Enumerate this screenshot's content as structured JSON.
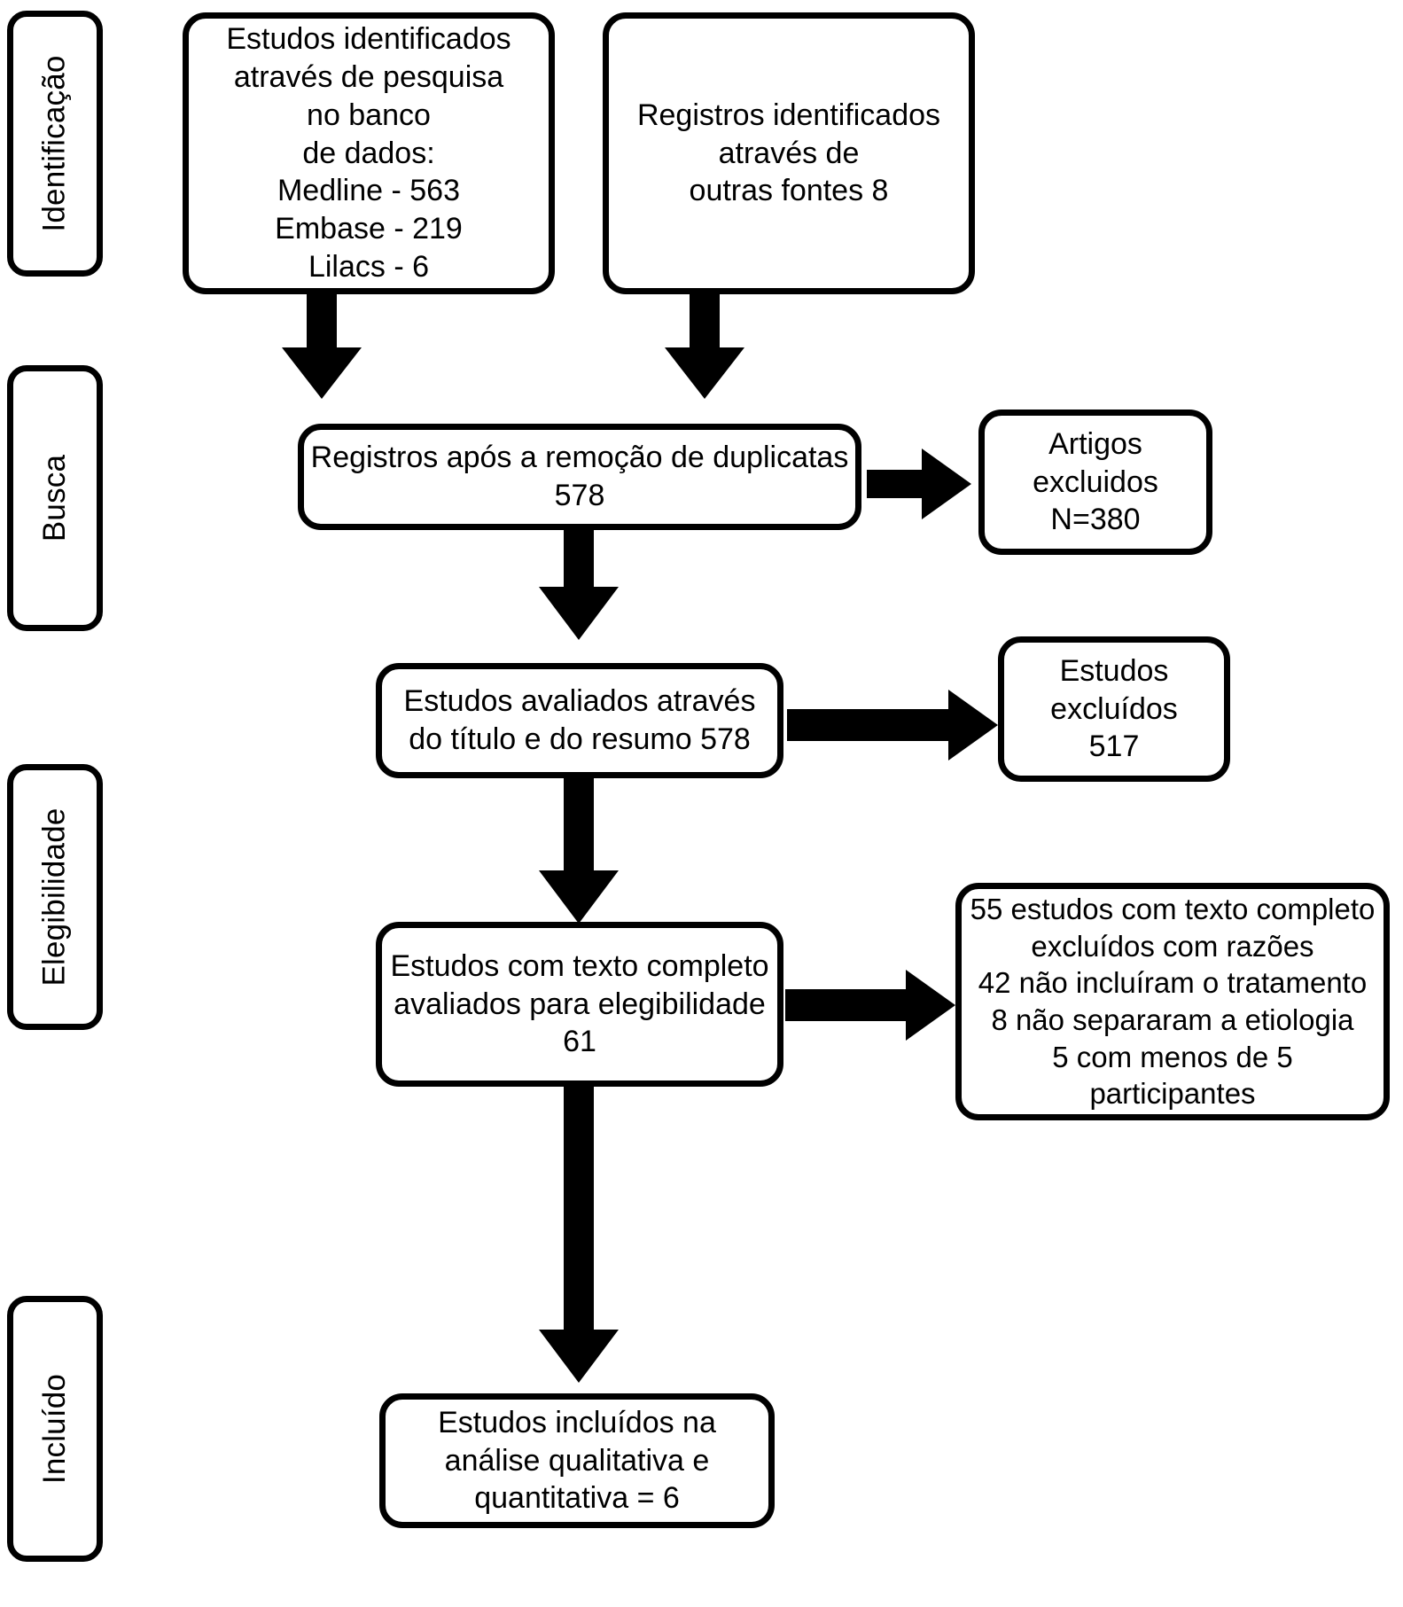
{
  "diagram": {
    "title": "PRISMA flow diagram",
    "language": "pt-BR",
    "stages": [
      {
        "id": "identificacao",
        "label": "Identificação"
      },
      {
        "id": "busca",
        "label": "Busca"
      },
      {
        "id": "elegibilidade",
        "label": "Elegibilidade"
      },
      {
        "id": "incluido",
        "label": "Incluído"
      }
    ],
    "boxes": {
      "identified_db": {
        "lines": [
          "Estudos identificados",
          "através de pesquisa",
          "no banco",
          "de dados:",
          "Medline - 563",
          "Embase - 219",
          "Lilacs - 6"
        ]
      },
      "identified_other": {
        "lines": [
          "Registros identificados",
          "através de",
          "outras fontes 8"
        ]
      },
      "after_duplicates": {
        "lines": [
          "Registros após a remoção de duplicatas",
          "578"
        ]
      },
      "articles_excluded": {
        "lines": [
          "Artigos",
          "excluidos",
          "N=380"
        ]
      },
      "screened_title_abstract": {
        "lines": [
          "Estudos avaliados através",
          "do título e do resumo 578"
        ]
      },
      "studies_excluded": {
        "lines": [
          "Estudos",
          "excluídos",
          "517"
        ]
      },
      "fulltext_assessed": {
        "lines": [
          "Estudos com texto completo",
          "avaliados para elegibilidade",
          "61"
        ]
      },
      "fulltext_excluded_reasons": {
        "lines": [
          "55 estudos com texto completo",
          "excluídos com razões",
          "42 não incluíram o tratamento",
          "8 não separaram a etiologia",
          "5 com menos de 5",
          "participantes"
        ]
      },
      "included_synthesis": {
        "lines": [
          "Estudos incluídos na",
          "análise qualitativa e",
          "quantitativa = 6"
        ]
      }
    },
    "colors": {
      "stroke": "#000000",
      "fill": "#ffffff",
      "text": "#000000"
    }
  }
}
